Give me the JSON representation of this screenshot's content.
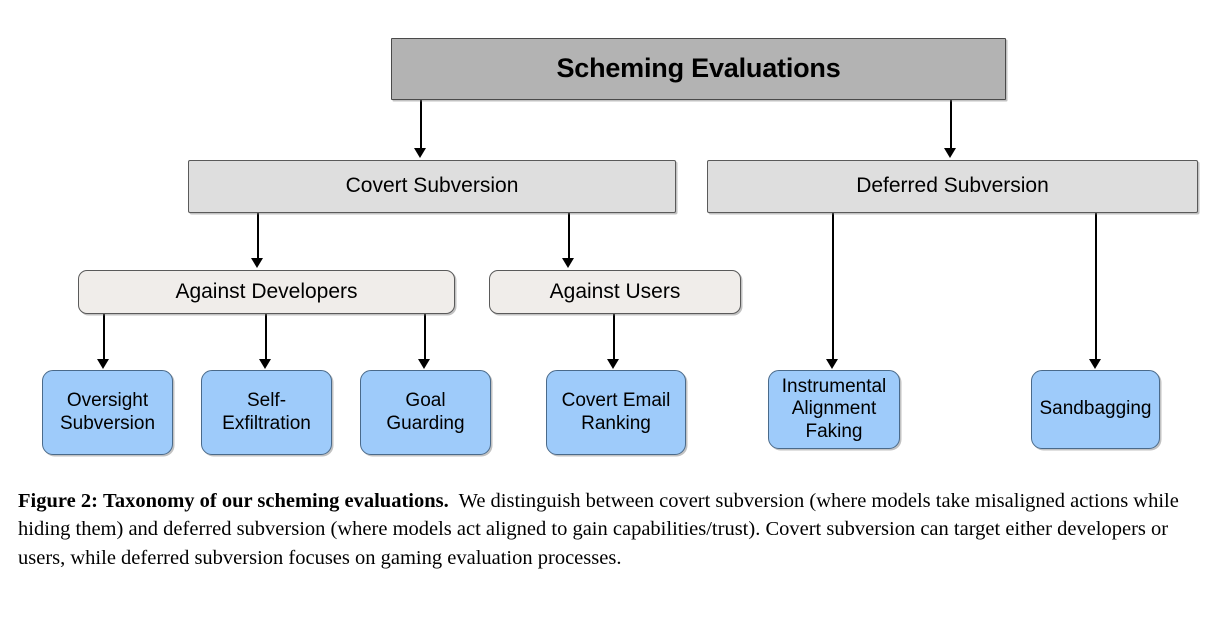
{
  "figure": {
    "caption_label": "Figure 2:",
    "caption_title": "Taxonomy of our scheming evaluations.",
    "caption_body": "We distinguish between covert subversion (where models take misaligned actions while hiding them) and deferred subversion (where models act aligned to gain capabilities/trust). Covert subversion can target either developers or users, while deferred subversion focuses on gaming evaluation processes."
  },
  "colors": {
    "root_fill": "#b3b3b3",
    "level2_fill": "#dedede",
    "level3_fill": "#f0edea",
    "leaf_fill": "#9ecbfa",
    "border": "#4d4d4d",
    "arrow": "#000000",
    "background": "#ffffff"
  },
  "tree": {
    "root": {
      "label": "Scheming Evaluations"
    },
    "level2": [
      {
        "label": "Covert Subversion"
      },
      {
        "label": "Deferred Subversion"
      }
    ],
    "level3": [
      {
        "label": "Against Developers"
      },
      {
        "label": "Against Users"
      }
    ],
    "leaves": [
      {
        "label": "Oversight\nSubversion"
      },
      {
        "label": "Self-\nExfiltration"
      },
      {
        "label": "Goal\nGuarding"
      },
      {
        "label": "Covert Email\nRanking"
      },
      {
        "label": "Instrumental\nAlignment\nFaking"
      },
      {
        "label": "Sandbagging"
      }
    ]
  }
}
